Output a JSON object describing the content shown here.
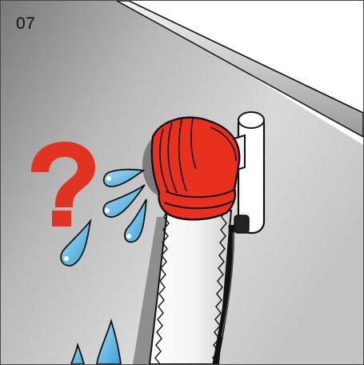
{
  "step": {
    "number": "07"
  },
  "illustration": {
    "icons": [
      "question-mark-icon",
      "water-droplets-icon",
      "rubber-seal-boot",
      "flexible-pipe",
      "bracket-clamp",
      "black-cable"
    ],
    "colors": {
      "seal": "#e8301e",
      "question_mark": "#e23322",
      "water": "#59b8e6",
      "wall_dark": "#6e6e6e",
      "wall_light": "#d6d6d6",
      "outline": "#111111"
    }
  }
}
